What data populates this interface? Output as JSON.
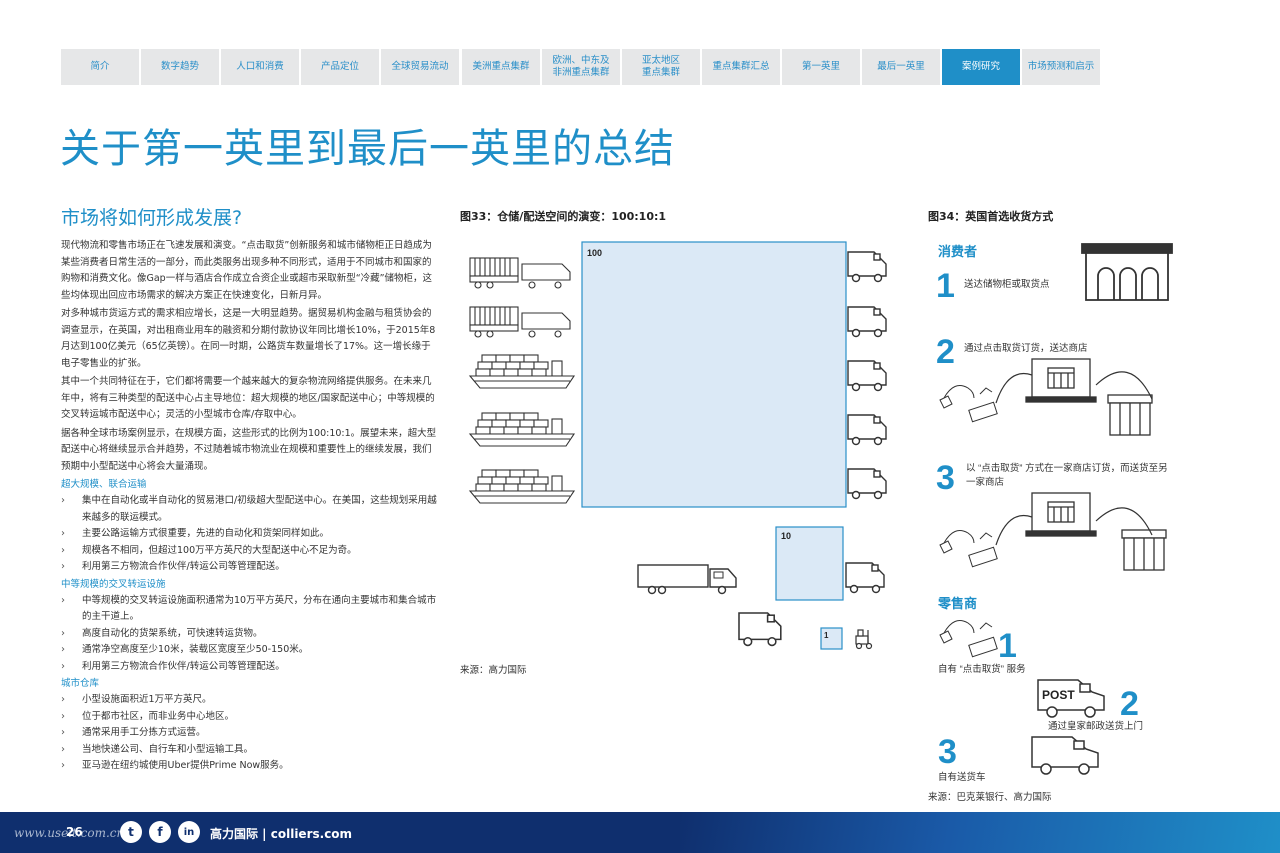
{
  "nav": {
    "tabs": [
      {
        "label": "简介"
      },
      {
        "label": "数字趋势"
      },
      {
        "label": "人口和消费"
      },
      {
        "label": "产品定位"
      },
      {
        "label": "全球贸易流动"
      },
      {
        "label": "美洲重点集群"
      },
      {
        "label": "欧洲、中东及\n非洲重点集群"
      },
      {
        "label": "亚太地区\n重点集群"
      },
      {
        "label": "重点集群汇总"
      },
      {
        "label": "第一英里"
      },
      {
        "label": "最后一英里"
      },
      {
        "label": "案例研究",
        "active": true
      },
      {
        "label": "市场预测和启示"
      }
    ],
    "accent_color": "#1f8fc8",
    "inactive_color": "#e6e7e8"
  },
  "page_title": "关于第一英里到最后一英里的总结",
  "left": {
    "heading": "市场将如何形成发展?",
    "paragraphs": [
      "现代物流和零售市场正在飞速发展和演变。“点击取货”创新服务和城市储物柜正日趋成为某些消费者日常生活的一部分，而此类服务出现多种不同形式，适用于不同城市和国家的购物和消费文化。像Gap一样与酒店合作成立合资企业或超市采取新型“冷藏”储物柜，这些均体现出回应市场需求的解决方案正在快速变化，日新月异。",
      "对多种城市货运方式的需求相应增长，这是一大明显趋势。据贸易机构金融与租赁协会的调查显示，在英国，对出租商业用车的融资和分期付款协议年同比增长10%，于2015年8月达到100亿美元（65亿英镑）。在同一时期，公路货车数量增长了17%。这一增长缘于电子零售业的扩张。",
      "其中一个共同特征在于，它们都将需要一个越来越大的复杂物流网络提供服务。在未来几年中，将有三种类型的配送中心占主导地位：超大规模的地区/国家配送中心；中等规模的交叉转运城市配送中心；灵活的小型城市仓库/存取中心。",
      "据各种全球市场案例显示，在规模方面，这些形式的比例为100:10:1。展望未来，超大型配送中心将继续显示合并趋势，不过随着城市物流业在规模和重要性上的继续发展，我们预期中小型配送中心将会大量涌现。"
    ],
    "groups": [
      {
        "title": "超大规模、联合运输",
        "items": [
          "集中在自动化或半自动化的贸易港口/初级超大型配送中心。在美国，这些规划采用越来越多的联运模式。",
          "主要公路运输方式很重要，先进的自动化和货架同样如此。",
          "规模各不相同，但超过100万平方英尺的大型配送中心不足为奇。",
          "利用第三方物流合作伙伴/转运公司等管理配送。"
        ]
      },
      {
        "title": "中等规模的交叉转运设施",
        "items": [
          "中等规模的交叉转运设施面积通常为10万平方英尺，分布在通向主要城市和集合城市的主干道上。",
          "高度自动化的货架系统，可快速转运货物。",
          "通常净空高度至少10米，装载区宽度至少50-150米。",
          "利用第三方物流合作伙伴/转运公司等管理配送。"
        ]
      },
      {
        "title": "城市仓库",
        "items": [
          "小型设施面积近1万平方英尺。",
          "位于都市社区，而非业务中心地区。",
          "通常采用手工分拣方式运营。",
          "当地快递公司、自行车和小型运输工具。",
          "亚马逊在纽约城使用Uber提供Prime Now服务。"
        ]
      }
    ]
  },
  "fig33": {
    "title": "图33：仓储/配送空间的演变：100:10:1",
    "labels": {
      "large": "100",
      "medium": "10",
      "small": "1"
    },
    "source": "来源：高力国际"
  },
  "fig34": {
    "title": "图34：英国首选收货方式",
    "consumer_heading": "消费者",
    "consumer_items": [
      {
        "num": "1",
        "text": "送达储物柜或取货点"
      },
      {
        "num": "2",
        "text": "通过点击取货订货，送达商店"
      },
      {
        "num": "3",
        "text": "以 “点击取货” 方式在一家商店订货，而送货至另一家商店"
      }
    ],
    "retailer_heading": "零售商",
    "retailer_items": [
      {
        "num": "1",
        "text": "自有 “点击取货” 服务"
      },
      {
        "num": "2",
        "text": "通过皇家邮政送货上门"
      },
      {
        "num": "3",
        "text": "自有送货车"
      }
    ],
    "post_label": "POST",
    "source": "来源：巴克莱银行、高力国际"
  },
  "footer": {
    "page_number": "26",
    "brand": "高力国际 | colliers.com",
    "social": [
      "twitter",
      "facebook",
      "linkedin"
    ],
    "social_glyphs": {
      "twitter": "t",
      "facebook": "f",
      "linkedin": "in"
    },
    "watermark": "www.useit.com.cn",
    "bg_color": "#0f2f6e"
  }
}
